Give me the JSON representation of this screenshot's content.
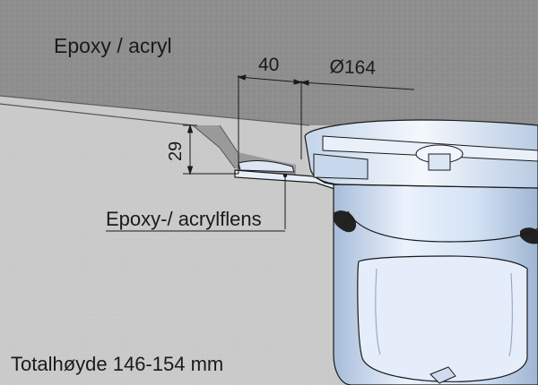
{
  "labels": {
    "coating": "Epoxy / acryl",
    "dimension_40": "40",
    "dimension_diameter": "Ø164",
    "dimension_29": "29",
    "flange": "Epoxy-/ acrylflens",
    "total_height": "Totalhøyde 146-154 mm"
  },
  "colors": {
    "coating_layer": "#8e8e8e",
    "concrete": "#c9c9c9",
    "drain_body": "#d9e7f7",
    "drain_shadow": "#a9bdd6",
    "outline": "#1a1a1a"
  }
}
